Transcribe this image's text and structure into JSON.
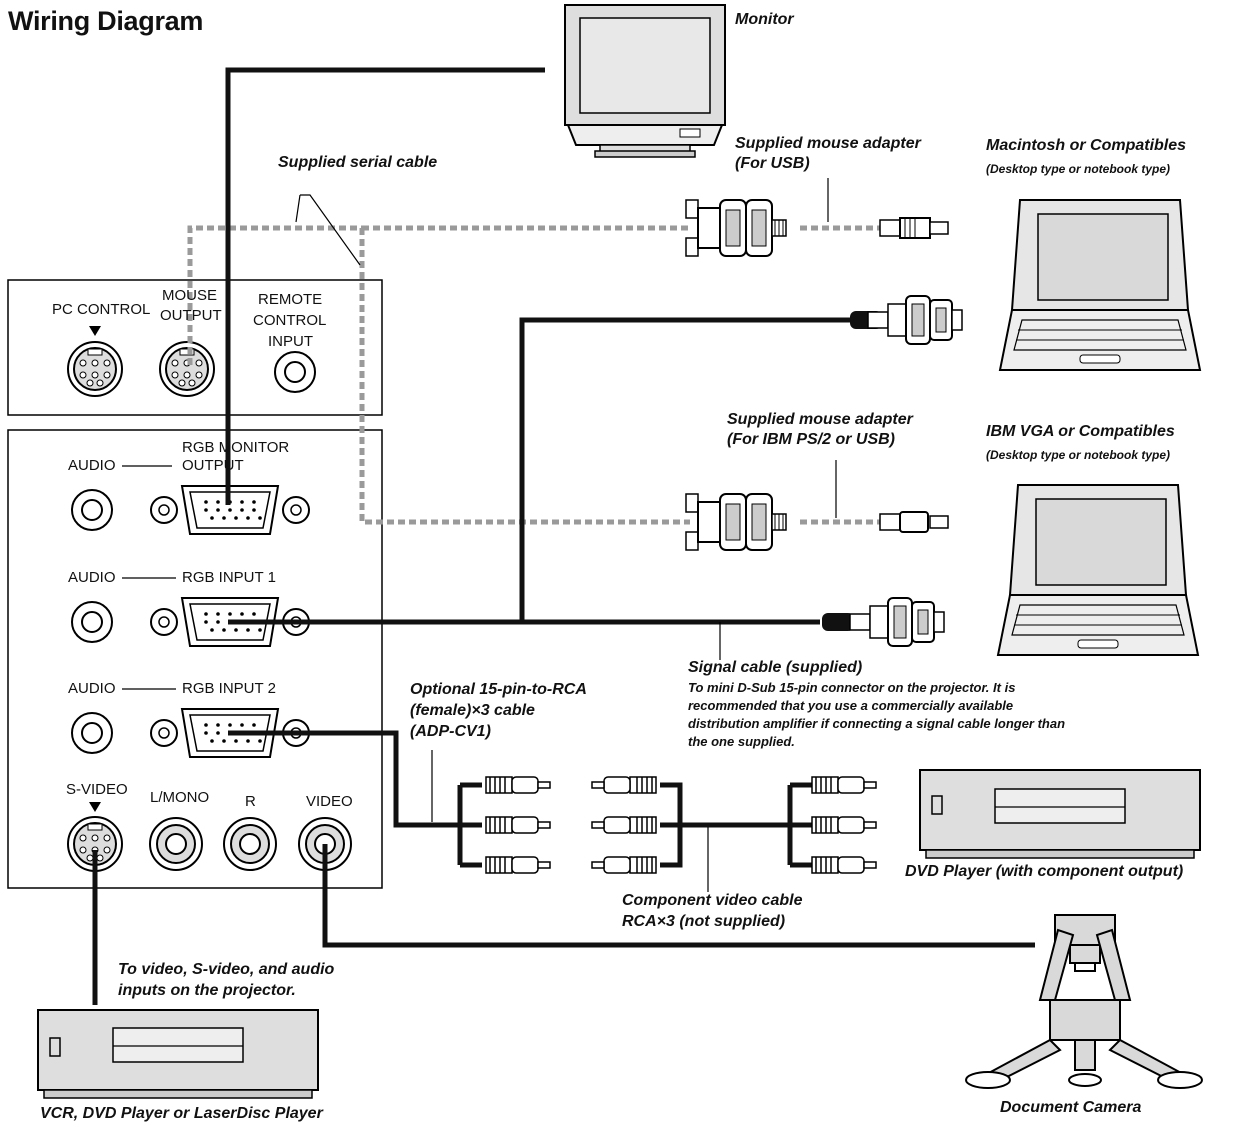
{
  "title": "Wiring Diagram",
  "devices": {
    "monitor": "Monitor",
    "mac": "Macintosh or Compatibles",
    "mac_sub": "(Desktop type or notebook type)",
    "ibm": "IBM VGA or Compatibles",
    "ibm_sub": "(Desktop type or notebook type)",
    "dvd": "DVD Player (with component output)",
    "doc_camera": "Document Camera",
    "vcr": "VCR, DVD Player or LaserDisc Player"
  },
  "cables": {
    "serial": "Supplied serial cable",
    "mouse_usb_1": "Supplied mouse adapter",
    "mouse_usb_2": "(For USB)",
    "mouse_ps2_1": "Supplied mouse adapter",
    "mouse_ps2_2": "(For IBM PS/2 or USB)",
    "signal": "Signal cable (supplied)",
    "signal_note": "To mini D-Sub 15-pin connector on the projector. It is recommended that you use a commercially available distribution amplifier if connecting a signal cable longer than the one supplied.",
    "optional_1": "Optional 15-pin-to-RCA",
    "optional_2": "(female)×3 cable",
    "optional_3": "(ADP-CV1)",
    "component_1": "Component video cable",
    "component_2": "RCA×3 (not supplied)",
    "video_inputs_1": "To video, S-video, and audio",
    "video_inputs_2": "inputs on the projector."
  },
  "panel": {
    "pc_control": "PC  CONTROL",
    "mouse_1": "MOUSE",
    "mouse_2": "OUTPUT",
    "remote_1": "REMOTE",
    "remote_2": "CONTROL",
    "remote_3": "INPUT",
    "audio_1": "AUDIO",
    "rgb_monitor_1": "RGB MONITOR",
    "rgb_monitor_2": "OUTPUT",
    "audio_2": "AUDIO",
    "rgb_input_1": "RGB INPUT 1",
    "audio_3": "AUDIO",
    "rgb_input_2": "RGB INPUT 2",
    "svideo": "S-VIDEO",
    "lmono": "L/MONO",
    "r": "R",
    "video": "VIDEO"
  },
  "colors": {
    "cable": "#111111",
    "dashed": "#9a9a9a",
    "device_fill": "#dedede",
    "line": "#000000"
  }
}
